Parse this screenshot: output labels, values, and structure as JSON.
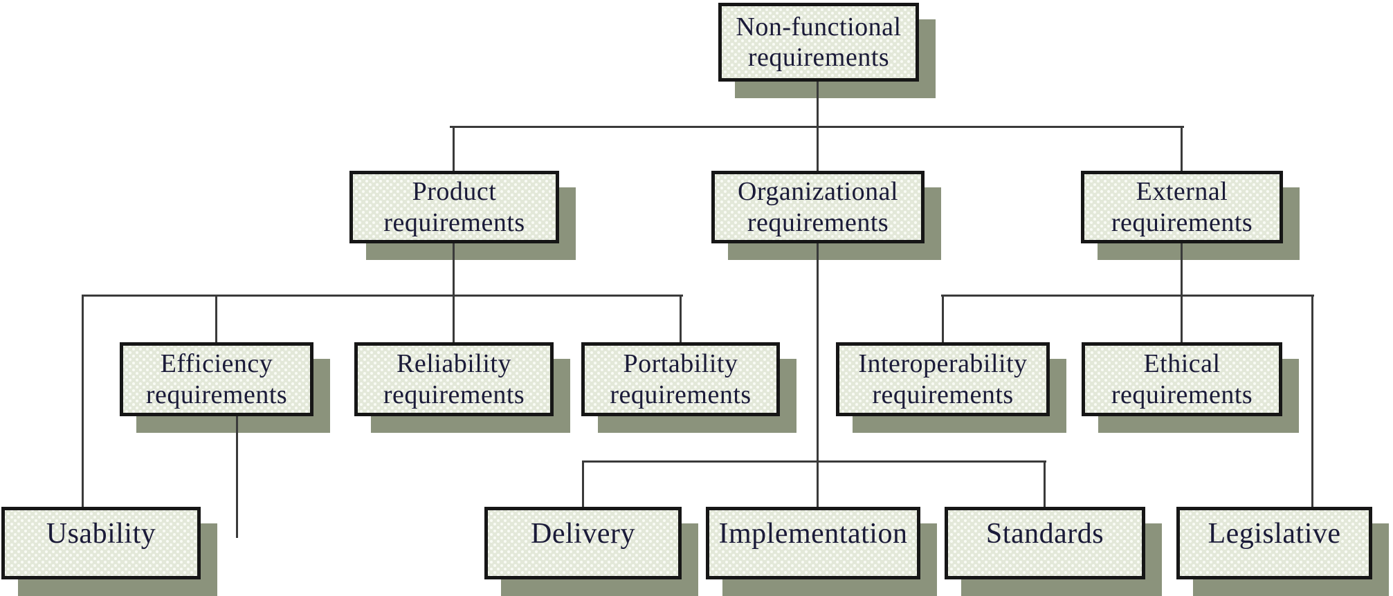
{
  "diagram": {
    "type": "tree",
    "title": "Non-functional requirements taxonomy",
    "colors": {
      "background": "#ffffff",
      "box_fill": "#e3e8d9",
      "box_texture_dot": "#f9fbf5",
      "box_border": "#161616",
      "box_shadow": "#8b937c",
      "connector": "#3a3a3a",
      "text": "#1a1a38"
    },
    "nodes": {
      "root": {
        "label": "Non-functional requirements",
        "parent": null
      },
      "product": {
        "label": "Product requirements",
        "parent": "root"
      },
      "organizational": {
        "label": "Organizational requirements",
        "parent": "root"
      },
      "external": {
        "label": "External requirements",
        "parent": "root"
      },
      "efficiency": {
        "label": "Efficiency requirements",
        "parent": "product"
      },
      "reliability": {
        "label": "Reliability requirements",
        "parent": "product"
      },
      "portability": {
        "label": "Portability requirements",
        "parent": "product"
      },
      "interoperability": {
        "label": "Interoperability requirements",
        "parent": "external"
      },
      "ethical": {
        "label": "Ethical requirements",
        "parent": "external"
      },
      "usability": {
        "label": "Usability",
        "parent": "product"
      },
      "delivery": {
        "label": "Delivery",
        "parent": "organizational"
      },
      "implementation": {
        "label": "Implementation",
        "parent": "organizational"
      },
      "standards": {
        "label": "Standards",
        "parent": "organizational"
      },
      "legislative": {
        "label": "Legislative",
        "parent": "external"
      }
    }
  }
}
